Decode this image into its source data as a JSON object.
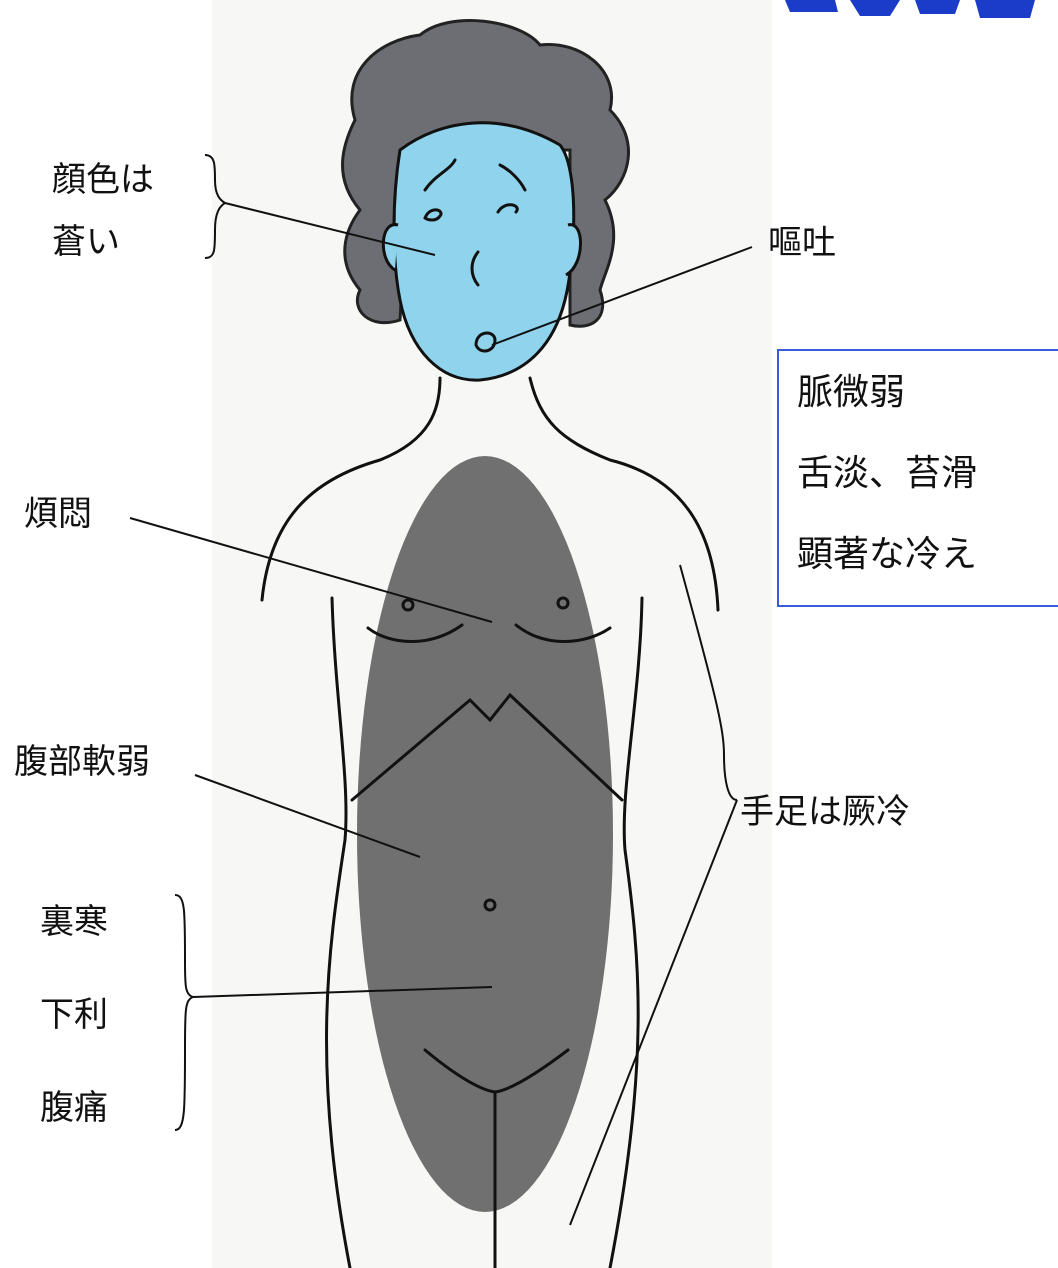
{
  "labels": {
    "face_color_1": "顔色は",
    "face_color_2": "蒼い",
    "vomiting": "嘔吐",
    "restlessness": "煩悶",
    "abdomen_soft": "腹部軟弱",
    "limbs_cold": "手足は厥冷",
    "interior_cold": "裏寒",
    "diarrhea": "下利",
    "abdominal_pain": "腹痛"
  },
  "symptom_box": {
    "line1": "脈微弱",
    "line2": "舌淡、苔滑",
    "line3": "顕著な冷え"
  },
  "colors": {
    "face": "#8fd3ec",
    "hair": "#6d6d74",
    "torso_overlay": "#707070",
    "line": "#111111",
    "box_border": "#3b5bdb",
    "title_fragment": "#1b3cc9"
  }
}
